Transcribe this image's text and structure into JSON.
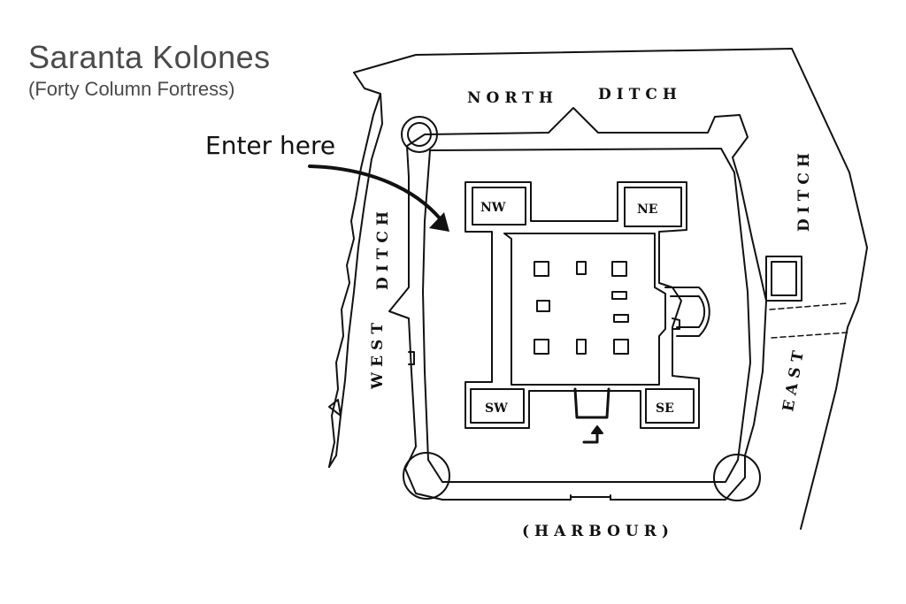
{
  "title": "Saranta Kolones",
  "subtitle": "(Forty Column Fortress)",
  "callout": "Enter here",
  "labels": {
    "north_ditch_1": "NORTH",
    "north_ditch_2": "DITCH",
    "east_ditch": "DITCH",
    "west_ditch": "DITCH",
    "west": "WEST",
    "east": "EAST",
    "harbour": "(HARBOUR)"
  },
  "towers": {
    "nw": "NW",
    "ne": "NE",
    "sw": "SW",
    "se": "SE"
  },
  "colors": {
    "ink": "#111111",
    "title": "#4a4a4a",
    "background": "#ffffff"
  }
}
